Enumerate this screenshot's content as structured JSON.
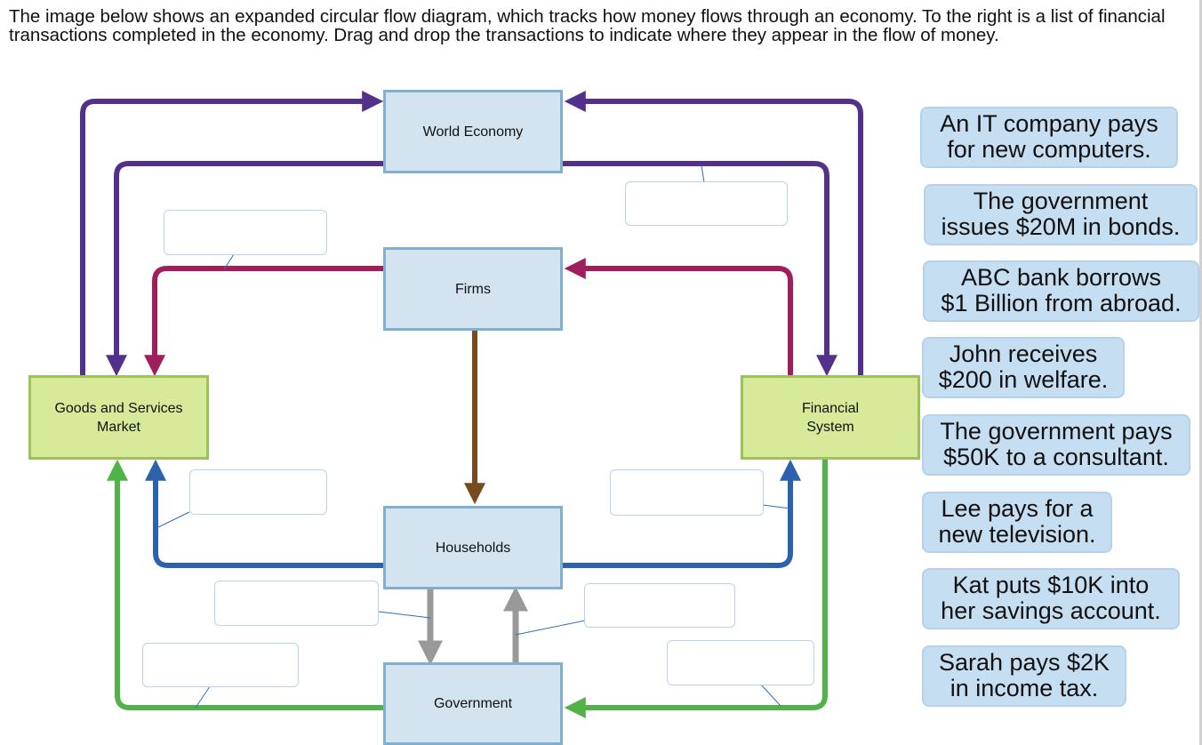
{
  "instructions": "The image below shows an expanded circular flow diagram, which tracks how money flows through an economy. To the right is a list of financial transactions completed in the economy. Drag and drop the transactions to indicate where they appear in the flow of money.",
  "nodes": {
    "world_economy": "World Economy",
    "firms": "Firms",
    "goods_services_line1": "Goods and Services",
    "goods_services_line2": "Market",
    "financial_line1": "Financial",
    "financial_line2": "System",
    "households": "Households",
    "government": "Government"
  },
  "colors": {
    "world_flow": "#53308a",
    "firms_flow": "#a01e5c",
    "firms_households": "#7a4a1f",
    "households_flow": "#2c62ab",
    "government_flow": "#51b247",
    "household_government": "#999999",
    "sector_fill": "#d3e3ef",
    "market_fill": "#d6ea9a"
  },
  "transactions": [
    {
      "line1": "An IT company pays",
      "line2": "for new computers."
    },
    {
      "line1": "The government",
      "line2": "issues $20M in bonds."
    },
    {
      "line1": "ABC bank borrows",
      "line2": "$1 Billion from abroad."
    },
    {
      "line1": "John receives",
      "line2": "$200 in welfare."
    },
    {
      "line1": "The government pays",
      "line2": "$50K to a consultant."
    },
    {
      "line1": "Lee pays for a",
      "line2": "new television."
    },
    {
      "line1": "Kat puts $10K into",
      "line2": "her savings account."
    },
    {
      "line1": "Sarah pays $2K",
      "line2": "in income tax."
    }
  ]
}
